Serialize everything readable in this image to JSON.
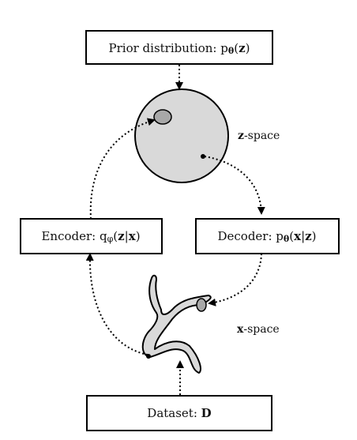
{
  "boxes": {
    "prior": {
      "prefix": "Prior distribution: p",
      "sub": "θ",
      "open": "(",
      "var": "z",
      "close": ")"
    },
    "encoder": {
      "prefix": "Encoder: q",
      "sub": "φ",
      "open": "(",
      "var1": "z",
      "bar": "|",
      "var2": "x",
      "close": ")"
    },
    "decoder": {
      "prefix": "Decoder: p",
      "sub": "θ",
      "open": "(",
      "var1": "x",
      "bar": "|",
      "var2": "z",
      "close": ")"
    },
    "dataset": {
      "prefix": "Dataset: ",
      "var": "D"
    }
  },
  "spaces": {
    "z": {
      "var": "z",
      "suffix": "-space"
    },
    "x": {
      "var": "x",
      "suffix": "-space"
    }
  },
  "colors": {
    "stroke": "#000000",
    "fill_gray": "#d9d9d9",
    "fill_dark_gray": "#a8a8a8"
  }
}
